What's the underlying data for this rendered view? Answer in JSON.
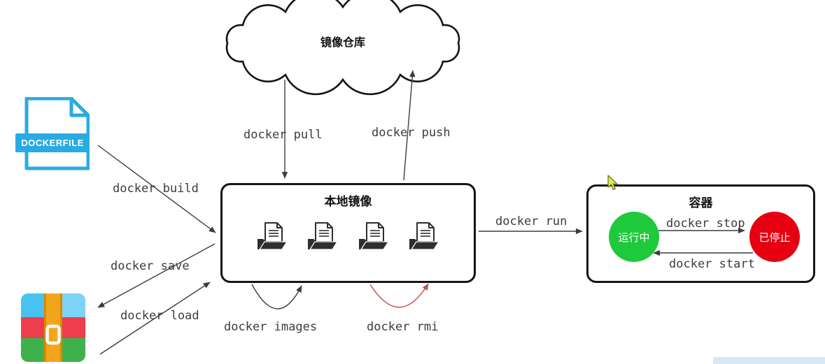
{
  "diagram": {
    "cloud": {
      "label": "镜像仓库"
    },
    "dockerfile": {
      "label": "DOCKERFILE",
      "color": "#29abe2"
    },
    "local_images": {
      "title": "本地镜像",
      "image_count": 4
    },
    "containers": {
      "title": "容器",
      "running": {
        "label": "运行中",
        "color": "#1fc93c"
      },
      "stopped": {
        "label": "已停止",
        "color": "#e60012"
      }
    },
    "commands": {
      "pull": "docker pull",
      "push": "docker push",
      "build": "docker build",
      "save": "docker save",
      "load": "docker load",
      "run": "docker run",
      "stop": "docker stop",
      "start": "docker start",
      "images": "docker images",
      "rmi": "docker rmi"
    },
    "colors": {
      "line": "#3c3c3c",
      "rmi_line": "#c0504d"
    }
  }
}
